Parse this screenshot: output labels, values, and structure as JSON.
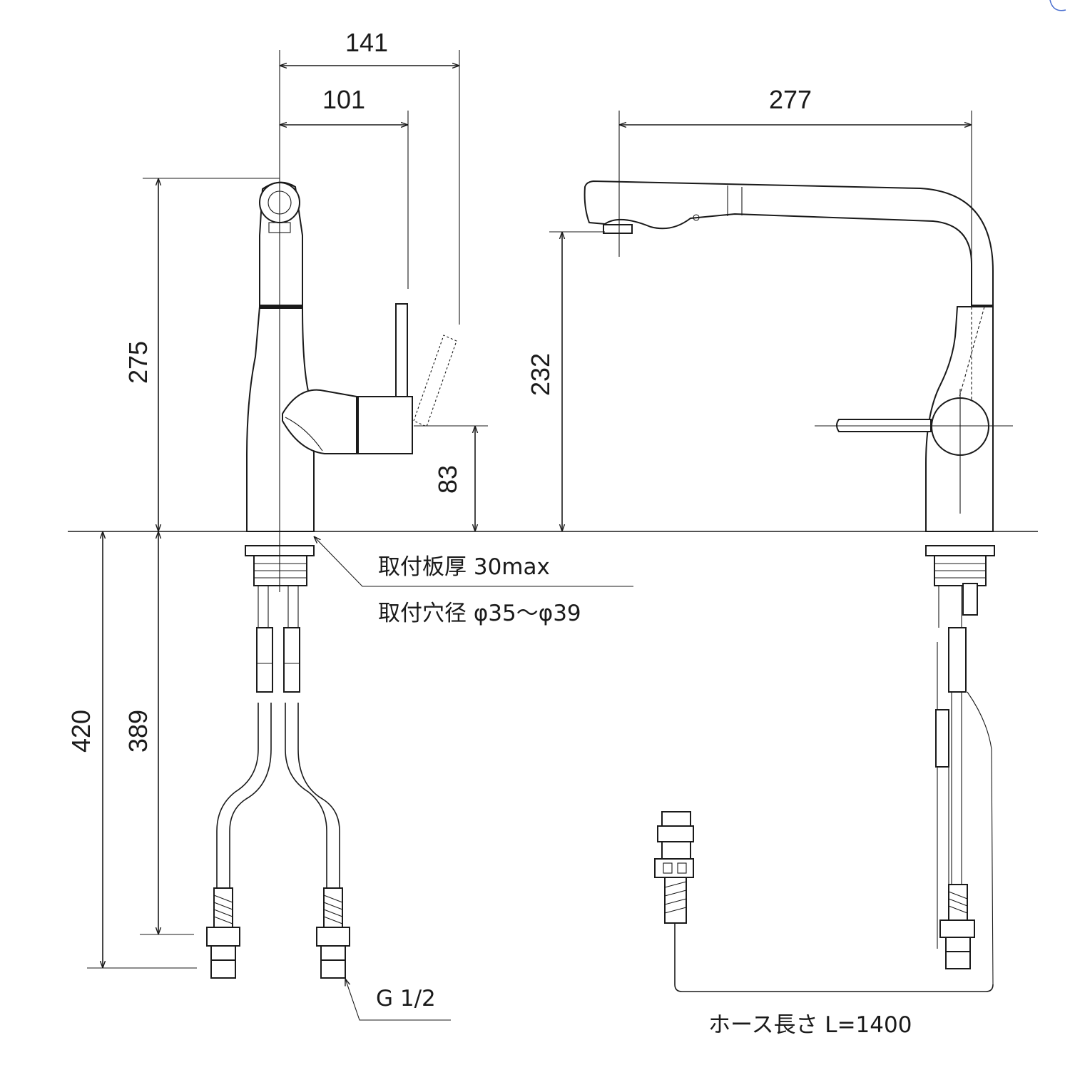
{
  "dimensions": {
    "overall_reach": "141",
    "spout_reach": "101",
    "side_reach": "277",
    "total_height": "275",
    "spout_height": "232",
    "lever_height": "83",
    "below_total": "420",
    "below_hose": "389"
  },
  "notes": {
    "plate_thickness": "取付板厚 30max",
    "hole_diameter": "取付穴径 φ35～φ39",
    "connection": "G 1/2",
    "hose_length": "ホース長さ L=1400"
  }
}
